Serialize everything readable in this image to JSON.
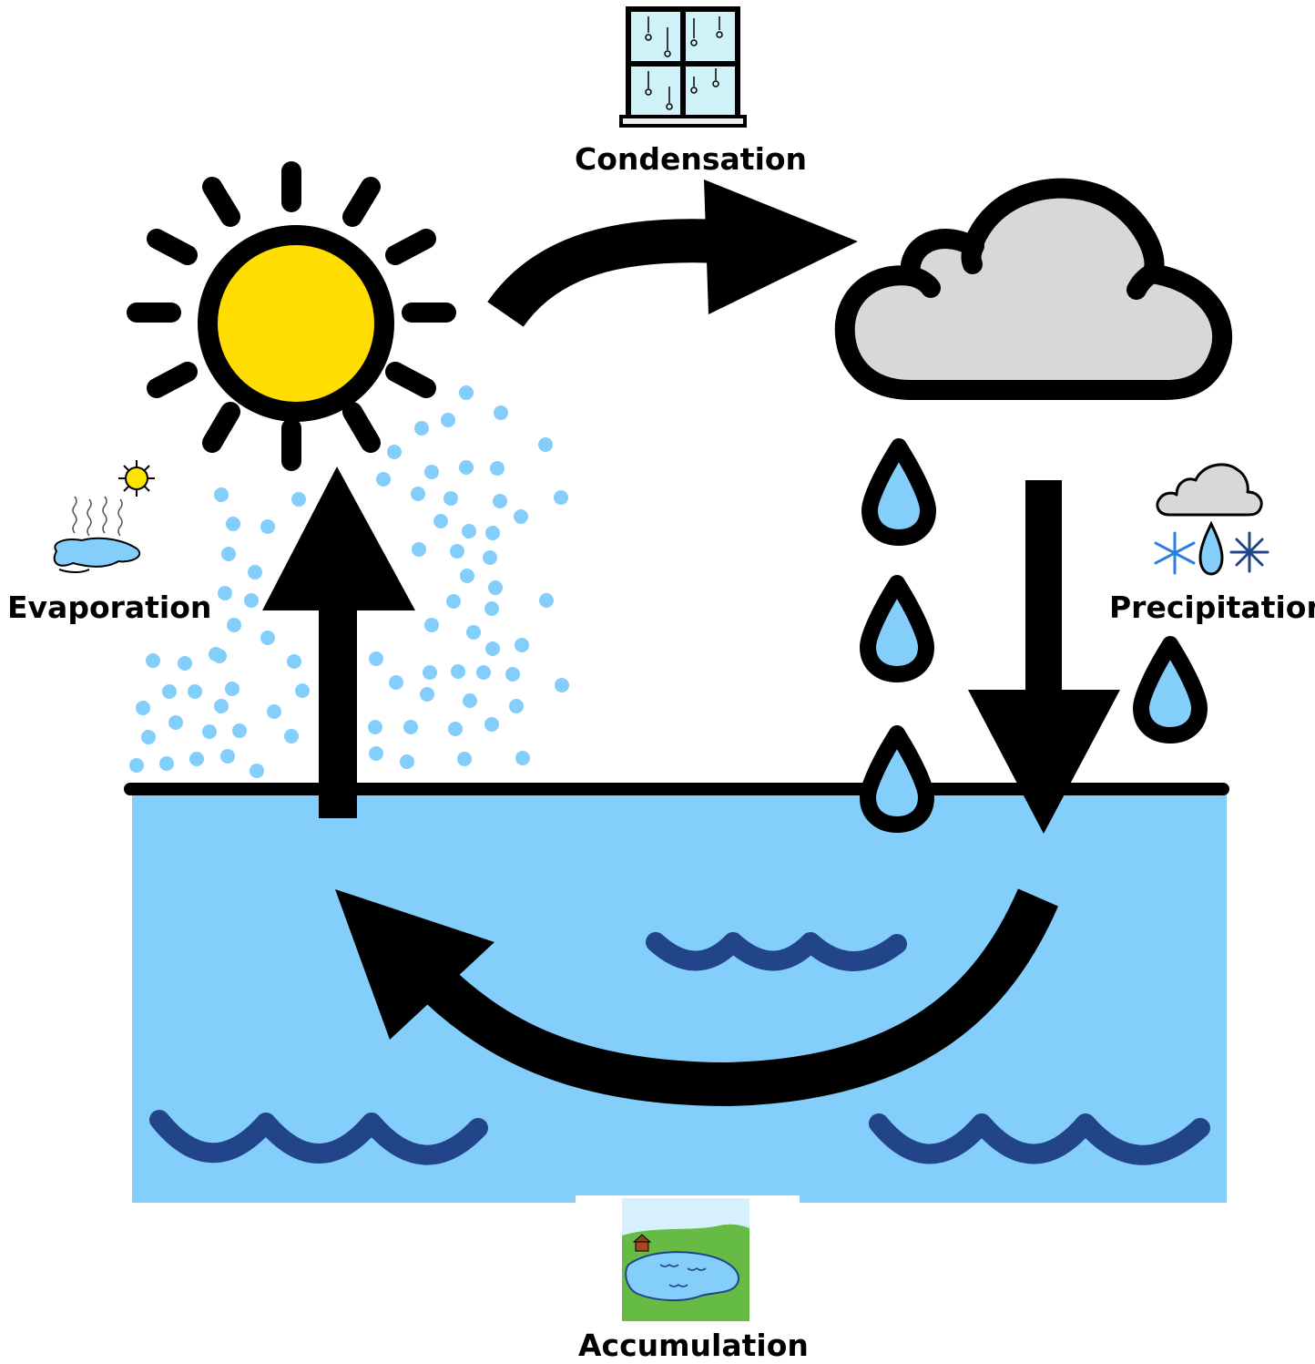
{
  "labels": {
    "condensation": "Condensation",
    "evaporation": "Evaporation",
    "precipitation": "Precipitation",
    "accumulation": "Accumulation"
  },
  "icons": {
    "condensation": "window-condensation-icon",
    "evaporation": "evaporating-puddle-icon",
    "precipitation": "cloud-snow-rain-icon",
    "accumulation": "lake-landscape-icon"
  },
  "colors": {
    "sun": "#FFDD00",
    "cloud": "#D8D8D8",
    "water": "#84CEFC",
    "waves": "#224488",
    "vapor": "#84CEFC",
    "drop": "#84CEFC",
    "outline": "#000000",
    "grass": "#66BB44"
  }
}
